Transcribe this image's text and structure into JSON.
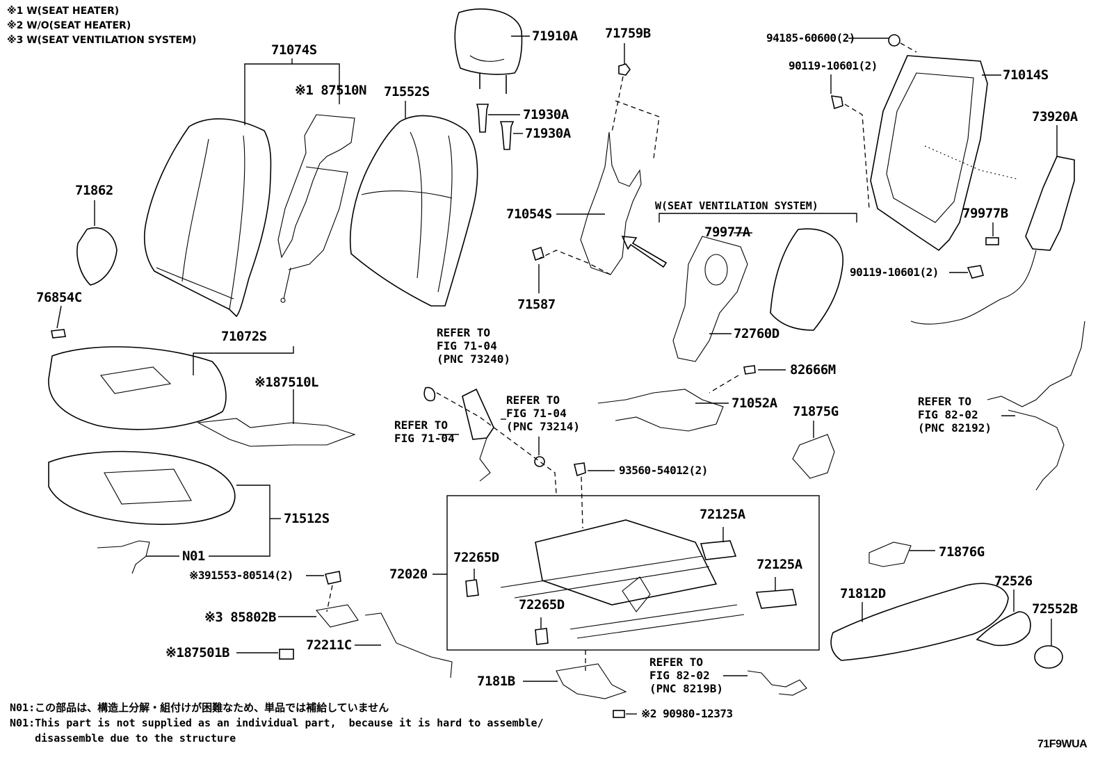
{
  "legend": [
    "※1 W(SEAT HEATER)",
    "※2 W/O(SEAT HEATER)",
    "※3 W(SEAT VENTILATION SYSTEM)"
  ],
  "parts": {
    "p71074S": "71074S",
    "p87510N": "※1 87510N",
    "p71552S": "71552S",
    "p71910A": "71910A",
    "p71759B": "71759B",
    "p71930A_1": "71930A",
    "p71930A_2": "71930A",
    "p71862": "71862",
    "p76854C": "76854C",
    "p71054S": "71054S",
    "p71587": "71587",
    "p94185": "94185-60600(2)",
    "p90119_1": "90119-10601(2)",
    "p71014S": "71014S",
    "p73920A": "73920A",
    "p79977B": "79977B",
    "p90119_2": "90119-10601(2)",
    "p79977A": "79977A",
    "p72760D": "72760D",
    "p71072S": "71072S",
    "p87510L": "※187510L",
    "p82666M": "82666M",
    "p71052A": "71052A",
    "p71875G": "71875G",
    "p71512S": "71512S",
    "pN01": "N01",
    "p91553": "※391553-80514(2)",
    "p85802B": "※3 85802B",
    "p87501B": "※187501B",
    "p72211C": "72211C",
    "p93560": "93560-54012(2)",
    "p72125A_1": "72125A",
    "p72125A_2": "72125A",
    "p72265D_1": "72265D",
    "p72265D_2": "72265D",
    "p72020": "72020",
    "p7181B": "7181B",
    "p90980": "※2 90980-12373",
    "p71876G": "71876G",
    "p72526": "72526",
    "p71812D": "71812D",
    "p72552B": "72552B"
  },
  "refs": {
    "vent_header": "W(SEAT VENTILATION SYSTEM)",
    "r1": [
      "REFER TO",
      "FIG 71-04",
      "(PNC 73240)"
    ],
    "r2": [
      "REFER TO",
      "FIG 71-04",
      "(PNC 73214)"
    ],
    "r3": [
      "REFER TO",
      "FIG 71-04"
    ],
    "r4": [
      "REFER TO",
      "FIG 82-02",
      "(PNC 82192)"
    ],
    "r5": [
      "REFER TO",
      "FIG 82-02",
      "(PNC 8219B)"
    ]
  },
  "notes": {
    "jp": "N01:この部品は、構造上分解・組付けが困難なため、単品では補給していません",
    "en1": "N01:This part is not supplied as an individual part,  because it is hard to assemble/",
    "en2": "    disassemble due to the structure"
  },
  "diagram_code": "71F9WUA"
}
